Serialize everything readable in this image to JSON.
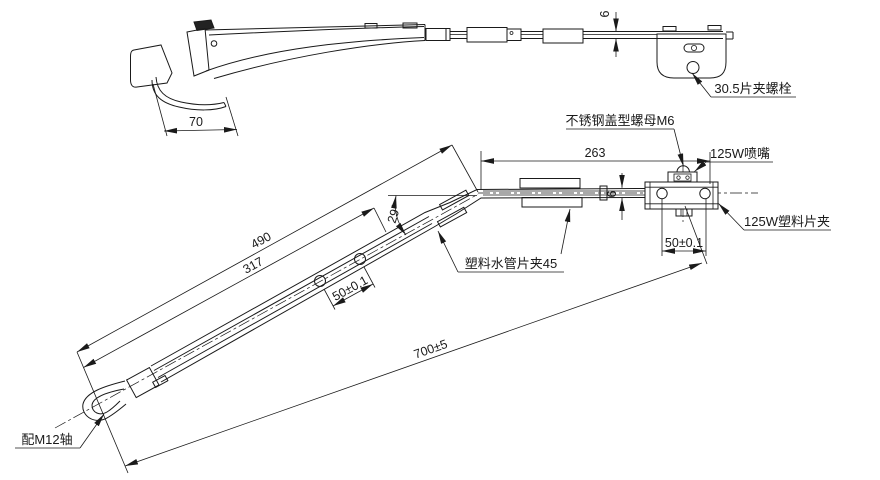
{
  "drawing": {
    "type": "engineering-cad-drawing",
    "line_color": "#1a1a1a",
    "background": "#ffffff",
    "labels": {
      "clip_bolt": "30.5片夹螺栓",
      "cap_nut": "不锈钢盖型螺母M6",
      "nozzle": "125W喷嘴",
      "plastic_clip": "125W塑料片夹",
      "pipe_clip": "塑料水管片夹45",
      "shaft": "配M12轴"
    },
    "dimensions": {
      "d70": "70",
      "d6_top": "6",
      "d6_side": "6",
      "d263": "263",
      "d490": "490",
      "d317": "317",
      "d29": "29°",
      "d50_left": "50±0.1",
      "d50_right": "50±0.1",
      "d700": "700±5"
    }
  }
}
